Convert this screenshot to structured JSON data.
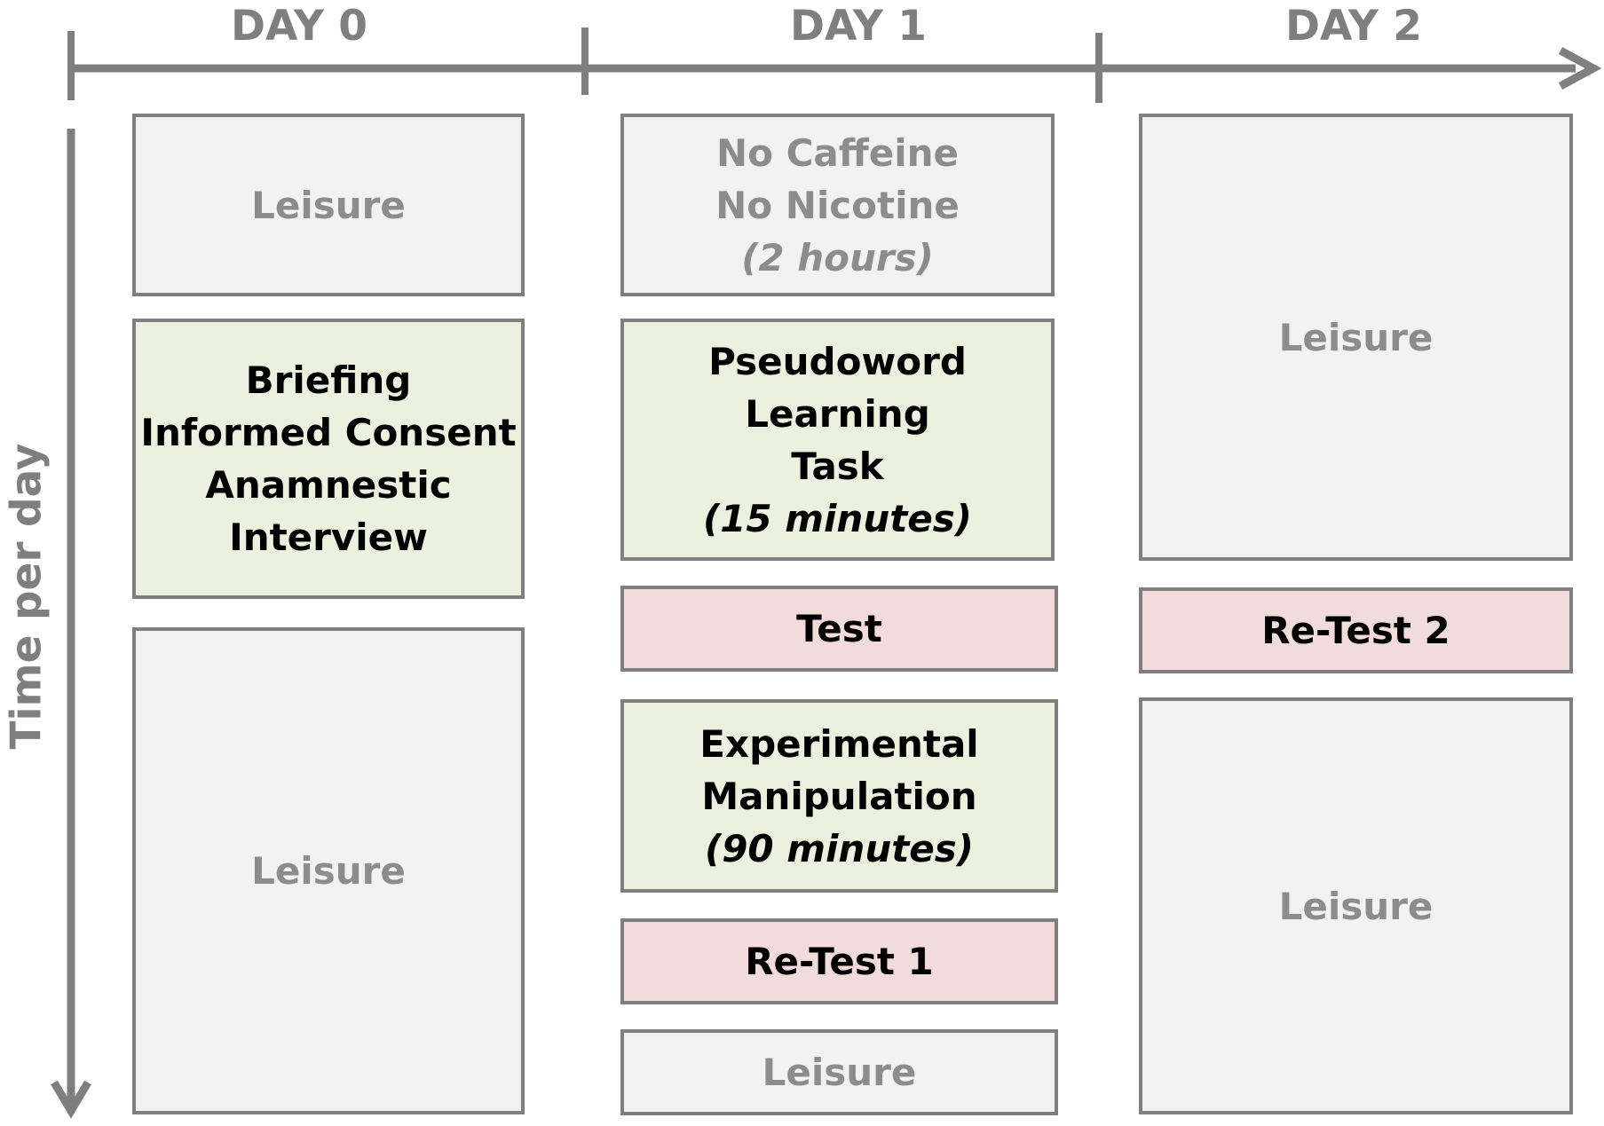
{
  "days": [
    "DAY 0",
    "DAY 1",
    "DAY 2"
  ],
  "y_axis_label": "Time per day",
  "day0": {
    "leisure_top": "Leisure",
    "briefing": [
      "Briefing",
      "Informed Consent",
      "Anamnestic",
      "Interview"
    ],
    "leisure_bottom": "Leisure"
  },
  "day1": {
    "restriction": {
      "line1": "No Caffeine",
      "line2": "No Nicotine",
      "duration": "(2 hours)"
    },
    "learning": {
      "lines": [
        "Pseudoword",
        "Learning",
        "Task"
      ],
      "duration": "(15 minutes)"
    },
    "test": "Test",
    "manipulation": {
      "lines": [
        "Experimental",
        "Manipulation"
      ],
      "duration": "(90 minutes)"
    },
    "retest1": "Re-Test 1",
    "leisure": "Leisure"
  },
  "day2": {
    "leisure_top": "Leisure",
    "retest2": "Re-Test 2",
    "leisure_bottom": "Leisure"
  },
  "colors": {
    "axis": "#7f7f7f",
    "leisure_fill": "#f2f2f2",
    "task_fill": "#ebf1de",
    "test_fill": "#f2dcdb"
  }
}
